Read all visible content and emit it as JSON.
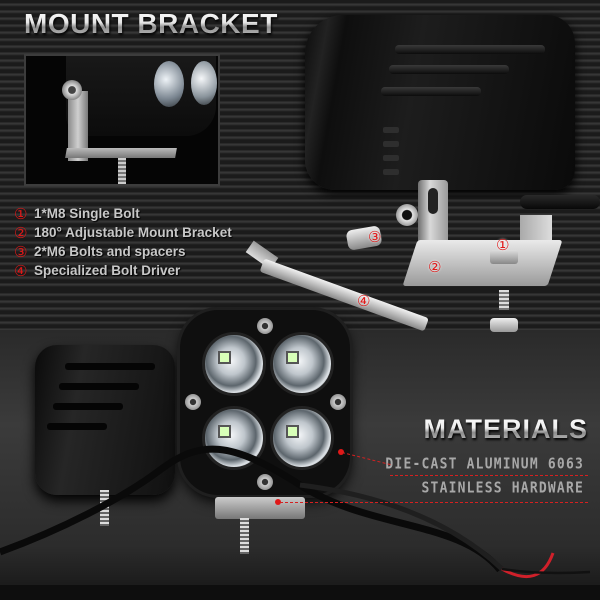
{
  "header": {
    "title": "MOUNT BRACKET"
  },
  "features": [
    {
      "num": "①",
      "label": "1*M8 Single Bolt"
    },
    {
      "num": "②",
      "label": "180° Adjustable Mount Bracket"
    },
    {
      "num": "③",
      "label": "2*M6 Bolts and spacers"
    },
    {
      "num": "④",
      "label": "Specialized Bolt Driver"
    }
  ],
  "callouts": {
    "c1": "①",
    "c2": "②",
    "c3": "③",
    "c4": "④"
  },
  "materials": {
    "title": "MATERIALS",
    "lines": [
      "DIE-CAST ALUMINUM 6063",
      "STAINLESS HARDWARE"
    ]
  },
  "colors": {
    "accent_red": "#e01818",
    "text_gray": "#c8c8c8",
    "background": "#1b1b1b"
  }
}
